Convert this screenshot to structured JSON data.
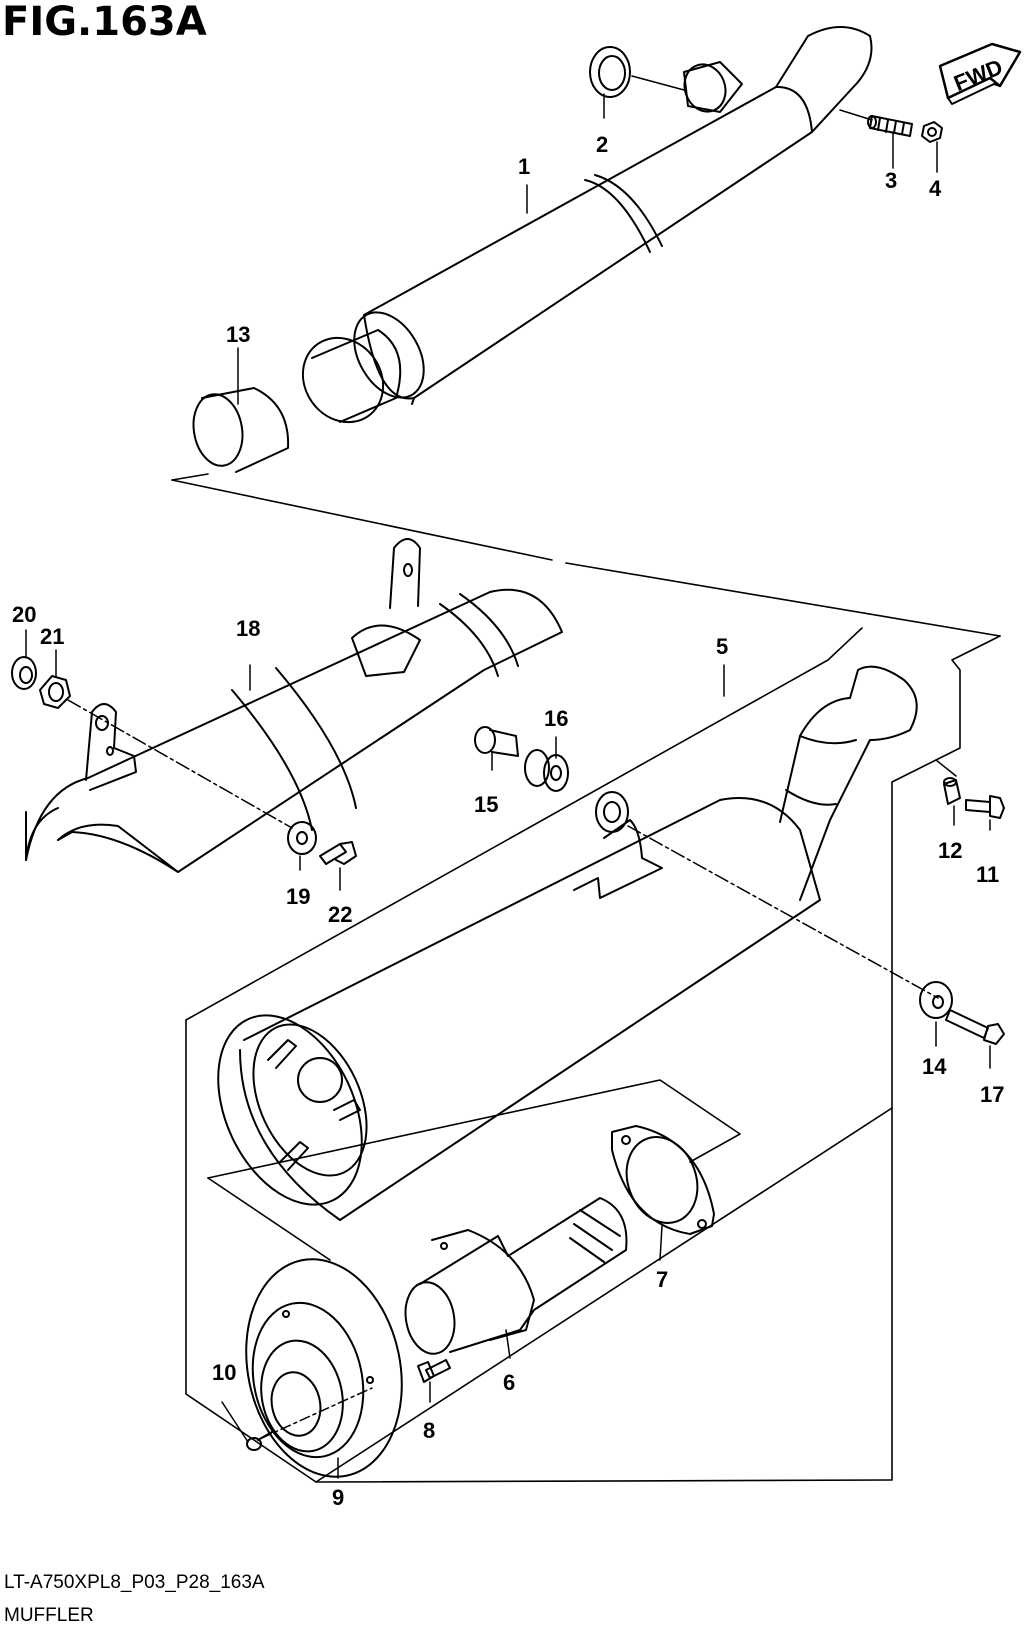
{
  "figure": {
    "title": "FIG.163A",
    "direction_badge": "FWD",
    "code": "LT-A750XPL8_P03_P28_163A",
    "name": "MUFFLER"
  },
  "callouts": [
    {
      "number": "1"
    },
    {
      "number": "2"
    },
    {
      "number": "3"
    },
    {
      "number": "4"
    },
    {
      "number": "5"
    },
    {
      "number": "6"
    },
    {
      "number": "7"
    },
    {
      "number": "8"
    },
    {
      "number": "9"
    },
    {
      "number": "10"
    },
    {
      "number": "11"
    },
    {
      "number": "12"
    },
    {
      "number": "13"
    },
    {
      "number": "14"
    },
    {
      "number": "15"
    },
    {
      "number": "16"
    },
    {
      "number": "17"
    },
    {
      "number": "18"
    },
    {
      "number": "19"
    },
    {
      "number": "20"
    },
    {
      "number": "21"
    },
    {
      "number": "22"
    }
  ],
  "colors": {
    "ink": "#000000",
    "paper": "#ffffff",
    "badge_face": "#ffffff"
  }
}
